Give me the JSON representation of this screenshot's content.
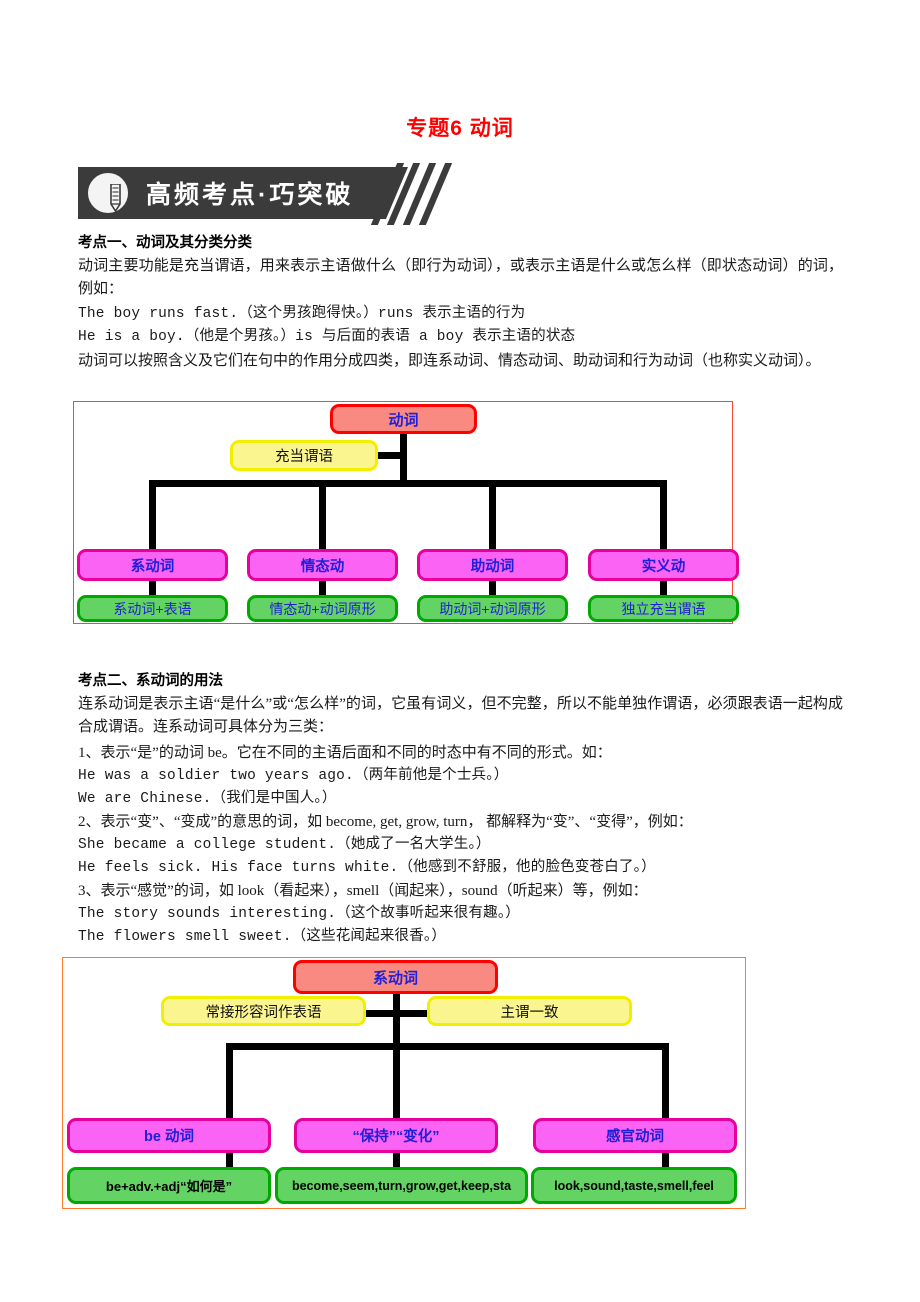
{
  "document": {
    "title": "专题6 动词",
    "title_color": "#ff0000",
    "banner": {
      "label": "高频考点·巧突破",
      "icon": "pencil-icon",
      "bg_color": "#3b3b3b",
      "text_color": "#ffffff"
    }
  },
  "section_1": {
    "heading": "考点一、动词及其分类分类",
    "paragraphs": [
      "动词主要功能是充当谓语，用来表示主语做什么（即行为动词），或表示主语是什么或怎么样（即状态动词）的词，例如："
    ],
    "examples": [
      "The boy runs fast.（这个男孩跑得快。）runs 表示主语的行为",
      "He is a boy.（他是个男孩。）is 与后面的表语 a boy 表示主语的状态"
    ],
    "closing": "动词可以按照含义及它们在句中的作用分成四类，即连系动词、情态动词、助动词和行为动词（也称实义动词）。"
  },
  "diagram_1": {
    "border_color": "#ff4433",
    "root": "动词",
    "annotation": "充当谓语",
    "branches": [
      {
        "title": "系动词",
        "detail": "系动词+表语"
      },
      {
        "title": "情态动",
        "detail": "情态动+动词原形"
      },
      {
        "title": "助动词",
        "detail": "助动词+动词原形"
      },
      {
        "title": "实义动",
        "detail": "独立充当谓语"
      }
    ],
    "colors": {
      "root_fill": "#f98a82",
      "root_border": "#ff0000",
      "annotation_fill": "#fbf58f",
      "annotation_border": "#f2ee00",
      "branch_fill": "#fb63f5",
      "branch_border": "#e6009c",
      "detail_fill": "#63d463",
      "detail_border": "#00a800",
      "node_text": "#2020d8"
    }
  },
  "section_2": {
    "heading": "考点二、系动词的用法",
    "paragraphs": [
      "连系动词是表示主语“是什么”或“怎么样”的词，它虽有词义，但不完整，所以不能单独作谓语，必须跟表语一起构成合成谓语。连系动词可具体分为三类："
    ],
    "items": [
      "1、表示“是”的动词 be。它在不同的主语后面和不同的时态中有不同的形式。如：",
      "He was a soldier two years ago.（两年前他是个士兵。）",
      "We are Chinese.（我们是中国人。）",
      "2、表示“变”、“变成”的意思的词，如 become, get, grow, turn， 都解释为“变”、“变得”，例如：",
      "She became a college student.（她成了一名大学生。）",
      "He feels sick. His face turns white.（他感到不舒服，他的脸色变苍白了。）",
      "3、表示“感觉”的词，如 look（看起来），smell（闻起来），sound（听起来）等，例如：",
      "The story sounds interesting.（这个故事听起来很有趣。）",
      "The flowers smell sweet.（这些花闻起来很香。）"
    ]
  },
  "diagram_2": {
    "border_color": "#ff7a2a",
    "root": "系动词",
    "annotations": [
      "常接形容词作表语",
      "主谓一致"
    ],
    "branches": [
      {
        "title": "be 动词",
        "detail": "be+adv.+adj“如何是”"
      },
      {
        "title": "“保持”“变化”",
        "detail": "become,seem,turn,grow,get,keep,sta"
      },
      {
        "title": "感官动词",
        "detail": "look,sound,taste,smell,feel"
      }
    ],
    "colors": {
      "root_fill": "#f98a82",
      "root_border": "#ff0000",
      "annotation_fill": "#fbf58f",
      "annotation_border": "#f2ee00",
      "branch_fill": "#fb63f5",
      "branch_border": "#e6009c",
      "detail_fill": "#63d463",
      "detail_border": "#00a800",
      "node_text": "#2020d8"
    }
  }
}
